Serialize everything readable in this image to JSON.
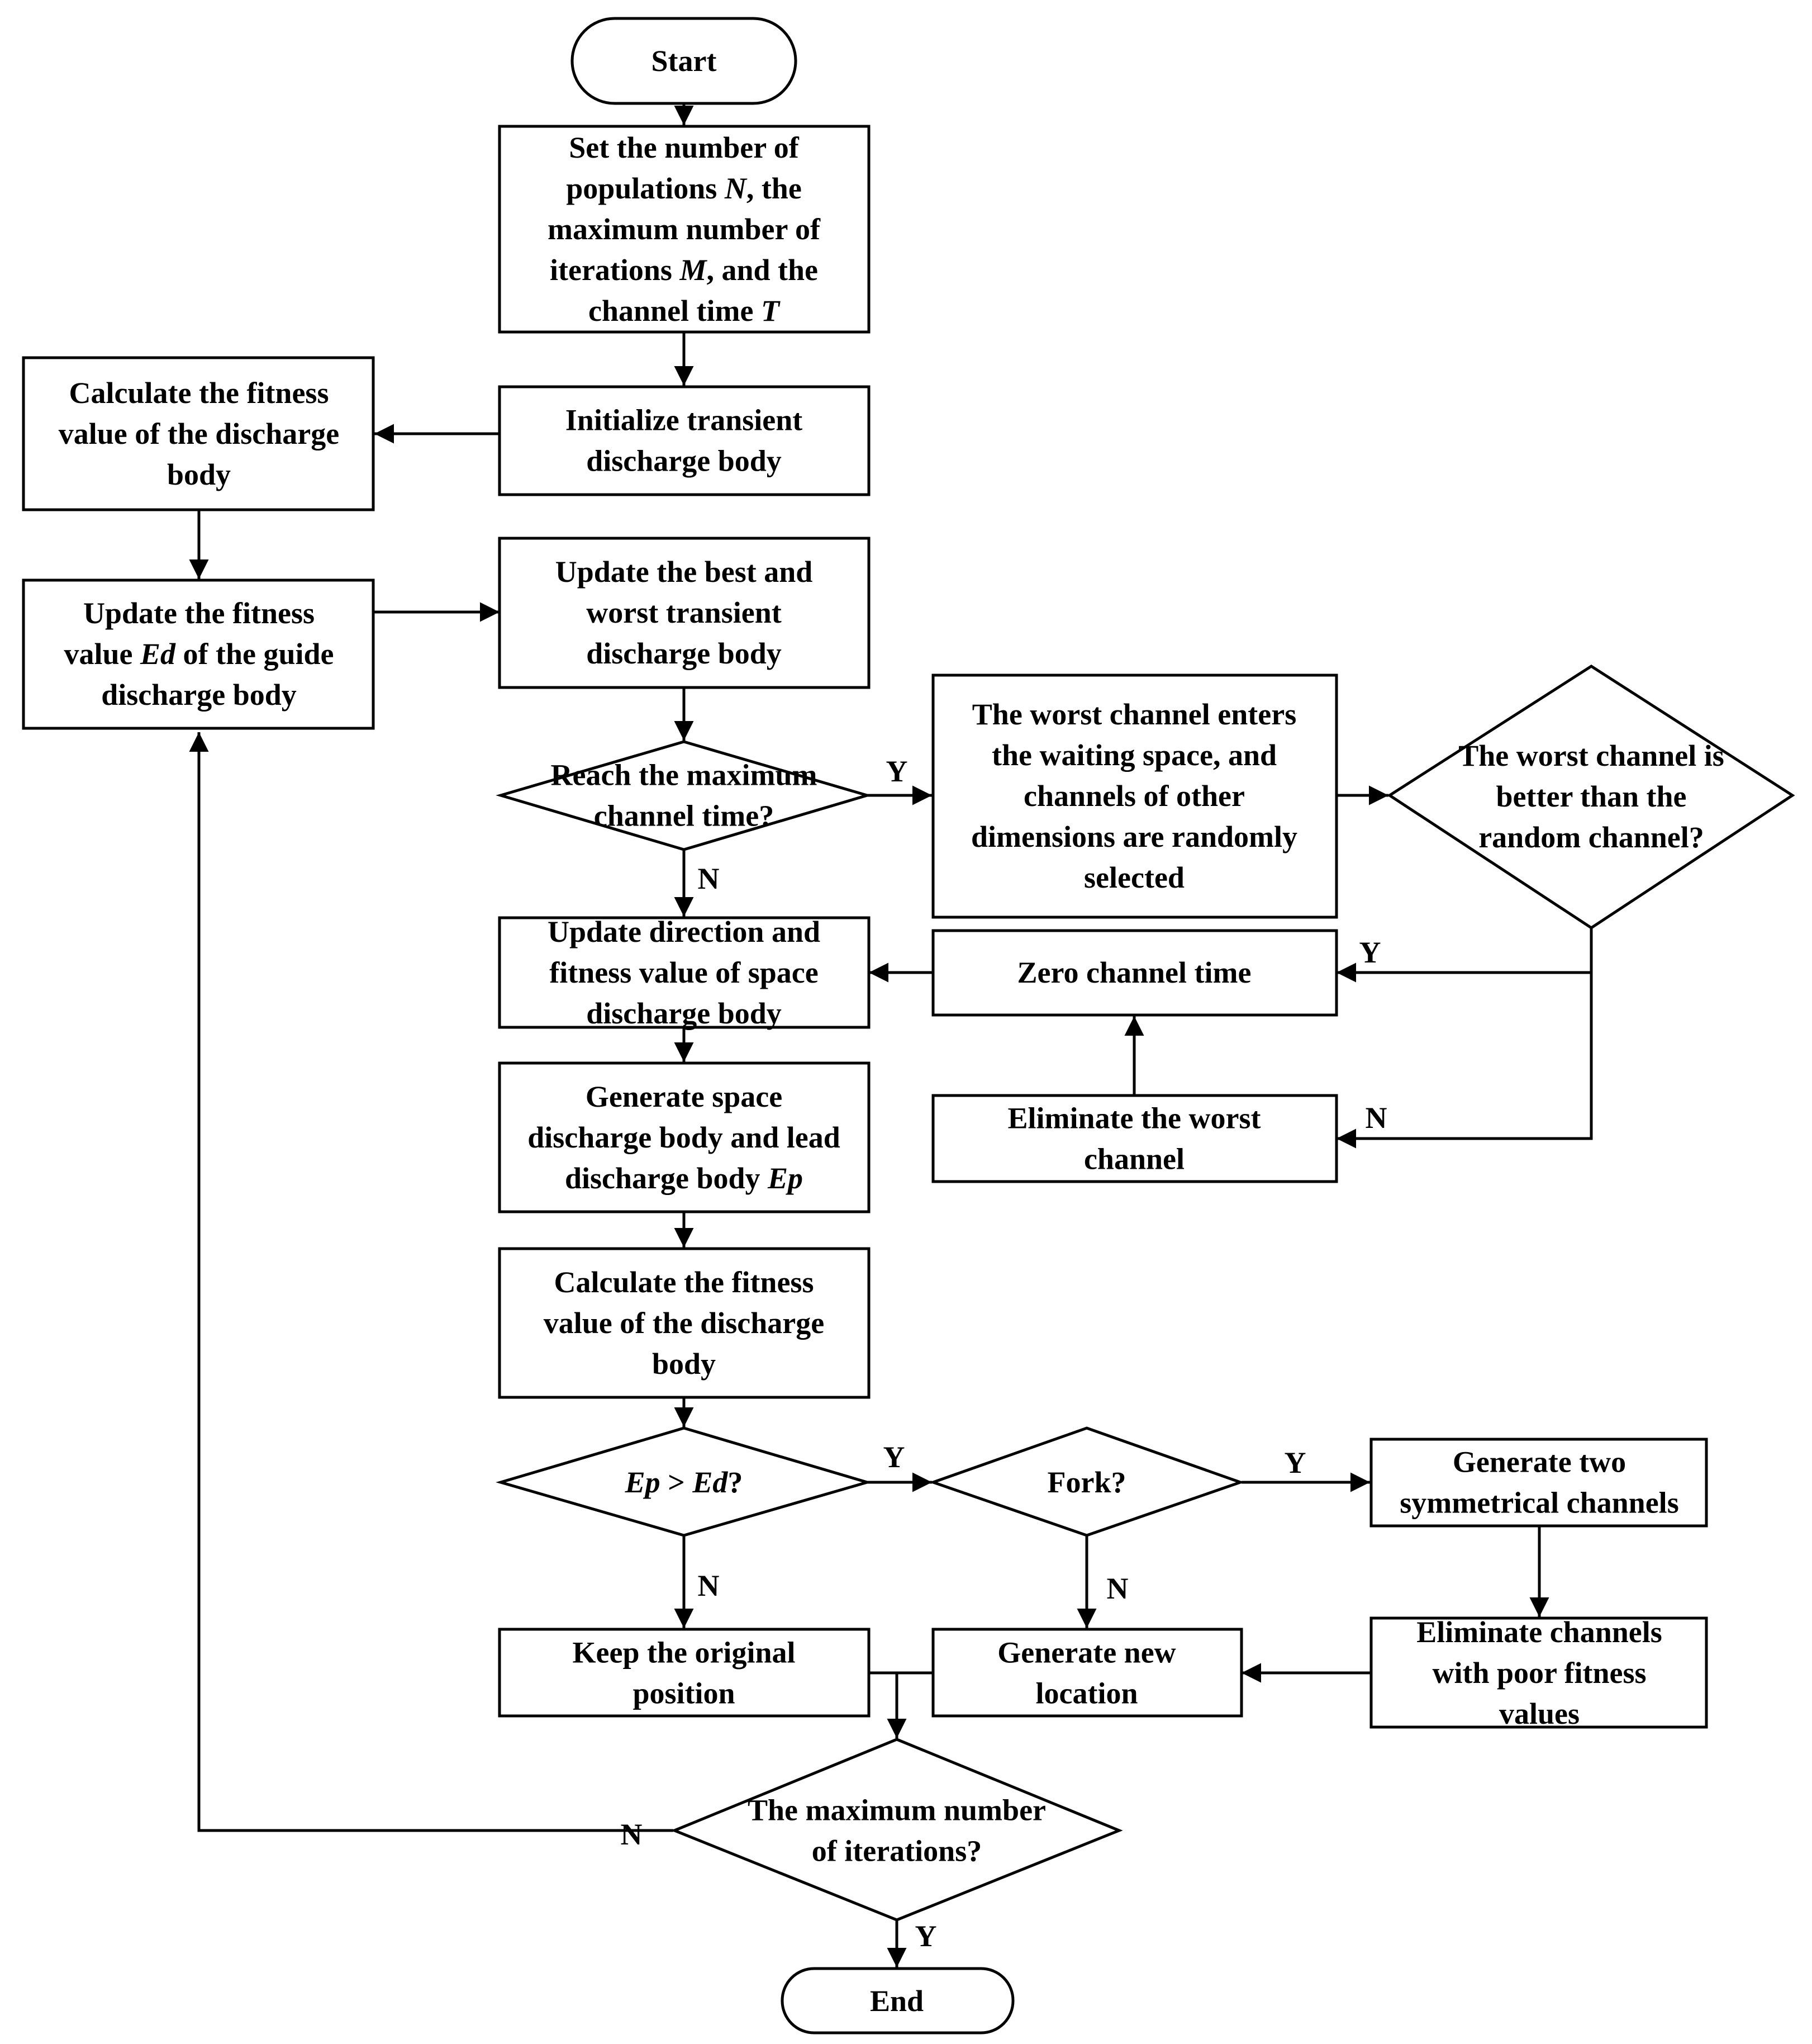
{
  "nodes": {
    "start": {
      "lines": [
        [
          {
            "t": "Start"
          }
        ]
      ]
    },
    "set_params": {
      "lines": [
        [
          {
            "t": "Set the number of"
          }
        ],
        [
          {
            "t": "populations "
          },
          {
            "t": "N",
            "i": true
          },
          {
            "t": ", the"
          }
        ],
        [
          {
            "t": "maximum number of"
          }
        ],
        [
          {
            "t": "iterations "
          },
          {
            "t": "M",
            "i": true
          },
          {
            "t": ", and the"
          }
        ],
        [
          {
            "t": "channel time "
          },
          {
            "t": "T",
            "i": true
          }
        ]
      ]
    },
    "init_transient": {
      "lines": [
        [
          {
            "t": "Initialize transient"
          }
        ],
        [
          {
            "t": "discharge body"
          }
        ]
      ]
    },
    "calc_fitness_left": {
      "lines": [
        [
          {
            "t": "Calculate the fitness"
          }
        ],
        [
          {
            "t": "value of the discharge"
          }
        ],
        [
          {
            "t": "body"
          }
        ]
      ]
    },
    "update_guide": {
      "lines": [
        [
          {
            "t": "Update the fitness"
          }
        ],
        [
          {
            "t": "value "
          },
          {
            "t": "Ed",
            "i": true
          },
          {
            "t": " of the guide"
          }
        ],
        [
          {
            "t": "discharge body"
          }
        ]
      ]
    },
    "update_best_worst": {
      "lines": [
        [
          {
            "t": "Update the best and"
          }
        ],
        [
          {
            "t": "worst transient"
          }
        ],
        [
          {
            "t": "discharge body"
          }
        ]
      ]
    },
    "reach_max_time": {
      "lines": [
        [
          {
            "t": "Reach the maximum"
          }
        ],
        [
          {
            "t": "channel time?"
          }
        ]
      ]
    },
    "worst_enters": {
      "lines": [
        [
          {
            "t": "The worst channel enters"
          }
        ],
        [
          {
            "t": "the waiting space, and"
          }
        ],
        [
          {
            "t": "channels of other"
          }
        ],
        [
          {
            "t": "dimensions are randomly"
          }
        ],
        [
          {
            "t": "selected"
          }
        ]
      ]
    },
    "worst_better": {
      "lines": [
        [
          {
            "t": "The worst channel is"
          }
        ],
        [
          {
            "t": "better than the"
          }
        ],
        [
          {
            "t": "random channel?"
          }
        ]
      ]
    },
    "zero_time": {
      "lines": [
        [
          {
            "t": "Zero channel time"
          }
        ]
      ]
    },
    "eliminate_worst": {
      "lines": [
        [
          {
            "t": "Eliminate the worst"
          }
        ],
        [
          {
            "t": "channel"
          }
        ]
      ]
    },
    "update_direction": {
      "lines": [
        [
          {
            "t": "Update direction and"
          }
        ],
        [
          {
            "t": "fitness value of space"
          }
        ],
        [
          {
            "t": "discharge body"
          }
        ]
      ]
    },
    "generate_space": {
      "lines": [
        [
          {
            "t": "Generate space"
          }
        ],
        [
          {
            "t": "discharge body and lead"
          }
        ],
        [
          {
            "t": "discharge body "
          },
          {
            "t": "Ep",
            "i": true
          }
        ]
      ]
    },
    "calc_fitness_center": {
      "lines": [
        [
          {
            "t": "Calculate the fitness"
          }
        ],
        [
          {
            "t": "value of the discharge"
          }
        ],
        [
          {
            "t": "body"
          }
        ]
      ]
    },
    "ep_gt_ed": {
      "lines": [
        [
          {
            "t": "Ep",
            "i": true
          },
          {
            "t": " > "
          },
          {
            "t": "Ed",
            "i": true
          },
          {
            "t": "?"
          }
        ]
      ]
    },
    "fork": {
      "lines": [
        [
          {
            "t": "Fork?"
          }
        ]
      ]
    },
    "generate_symmetric": {
      "lines": [
        [
          {
            "t": "Generate two"
          }
        ],
        [
          {
            "t": "symmetrical channels"
          }
        ]
      ]
    },
    "eliminate_poor": {
      "lines": [
        [
          {
            "t": "Eliminate channels"
          }
        ],
        [
          {
            "t": "with poor fitness"
          }
        ],
        [
          {
            "t": "values"
          }
        ]
      ]
    },
    "keep_position": {
      "lines": [
        [
          {
            "t": "Keep the original"
          }
        ],
        [
          {
            "t": "position"
          }
        ]
      ]
    },
    "generate_location": {
      "lines": [
        [
          {
            "t": "Generate new"
          }
        ],
        [
          {
            "t": "location"
          }
        ]
      ]
    },
    "max_iterations": {
      "lines": [
        [
          {
            "t": "The maximum number"
          }
        ],
        [
          {
            "t": "of iterations?"
          }
        ]
      ]
    },
    "end": {
      "lines": [
        [
          {
            "t": "End"
          }
        ]
      ]
    }
  },
  "branch_labels": {
    "reach_yes": "Y",
    "reach_no": "N",
    "better_yes": "Y",
    "better_no": "N",
    "ep_yes": "Y",
    "ep_no": "N",
    "fork_yes": "Y",
    "fork_no": "N",
    "iter_no": "N",
    "iter_yes": "Y"
  }
}
